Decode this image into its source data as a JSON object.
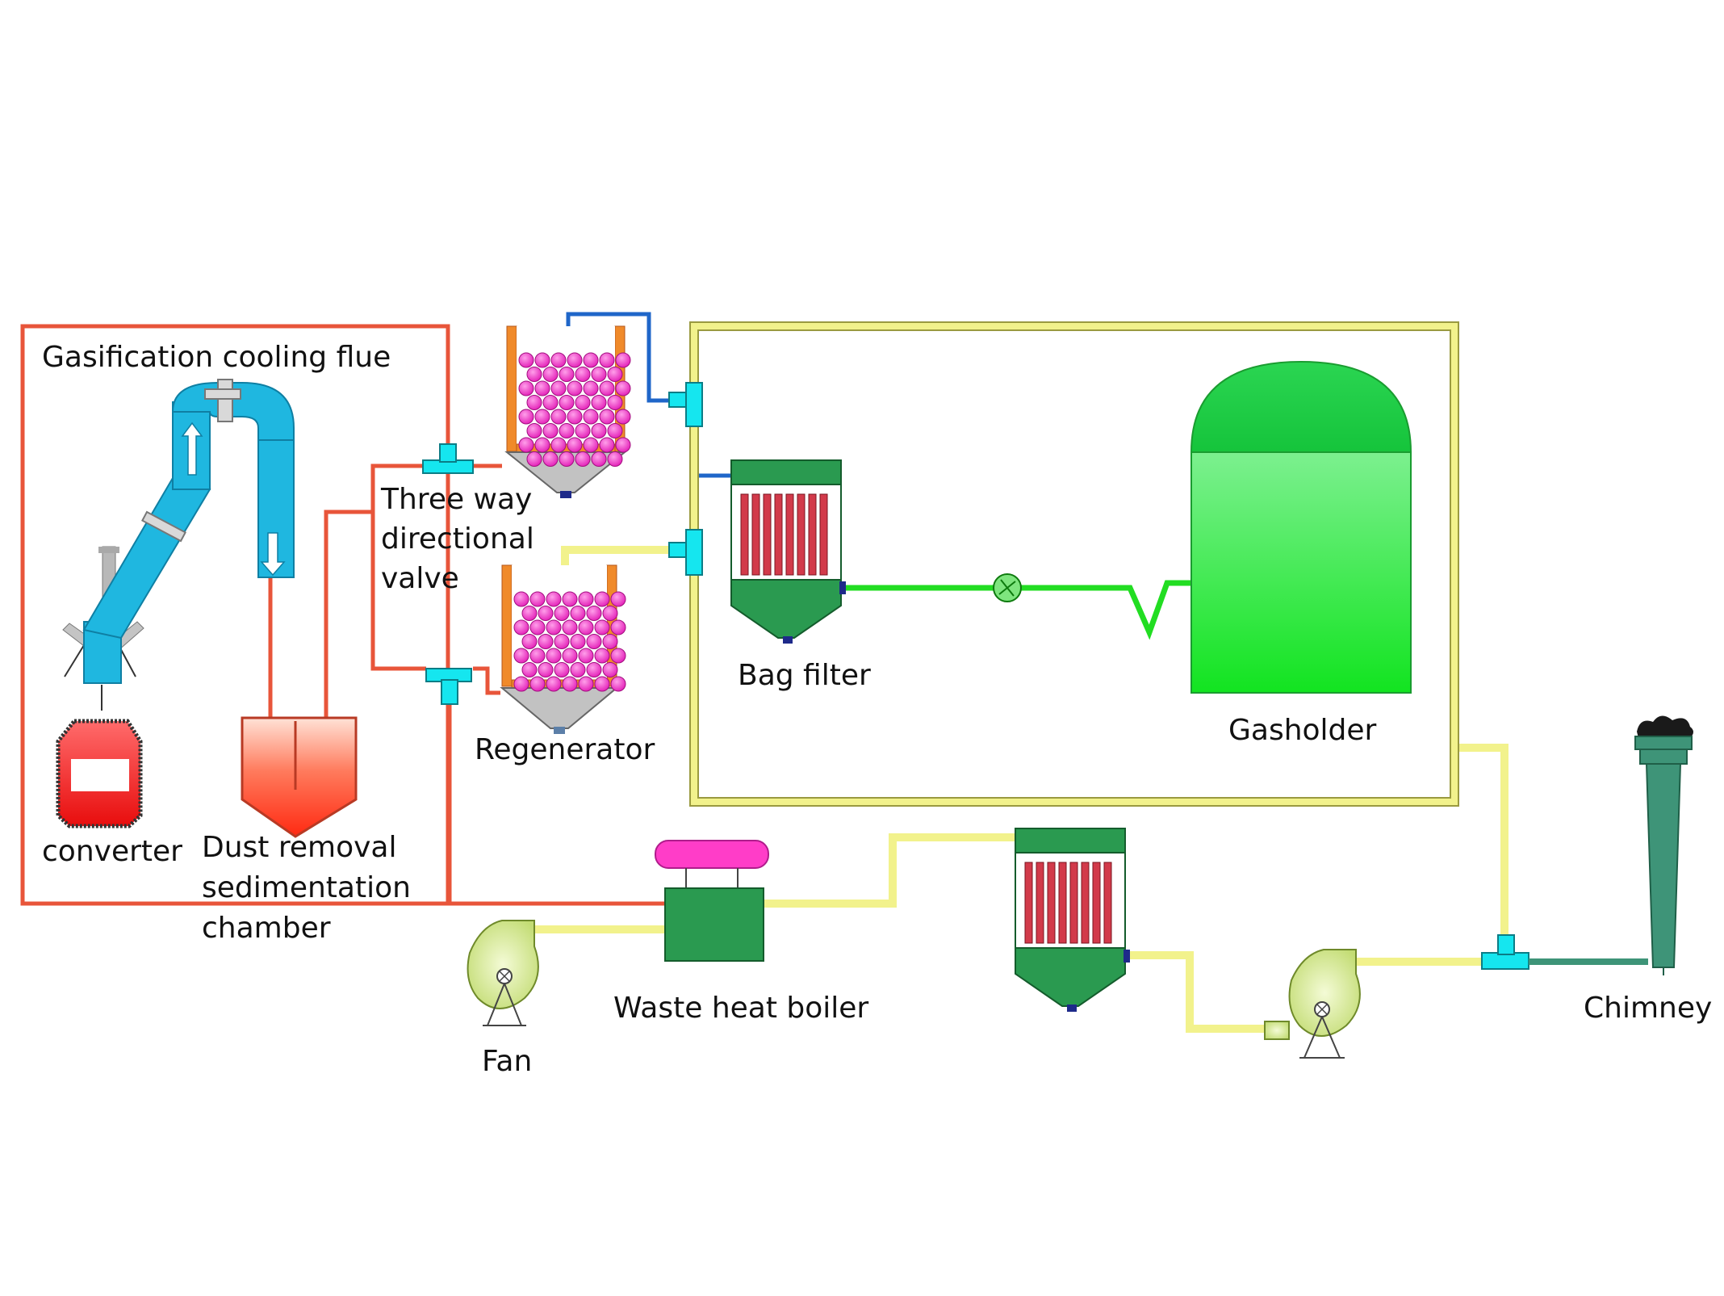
{
  "labels": {
    "gasification_cooling_flue": "Gasification cooling flue",
    "converter": "converter",
    "dust_removal_line1": "Dust removal",
    "dust_removal_line2": "sedimentation",
    "dust_removal_line3": "chamber",
    "three_way_line1": "Three way",
    "three_way_line2": "directional",
    "three_way_line3": "valve",
    "regenerator": "Regenerator",
    "bag_filter": "Bag filter",
    "gasholder": "Gasholder",
    "waste_heat_boiler": "Waste heat boiler",
    "fan": "Fan",
    "chimney": "Chimney"
  },
  "icons": [
    "flow-up-arrow-icon",
    "flow-down-arrow-icon",
    "booster-fan-icon"
  ],
  "colors": {
    "red_pipe": "#e8553a",
    "blue_pipe": "#1f66c9",
    "yellow_pipe": "#f2f28c",
    "green_pipe": "#22dd22",
    "flue": "#1fb7e0",
    "valve": "#15e6ef",
    "ball": "#ff33cc",
    "equipment_green": "#2a9a50",
    "gasholder": "#22e64a",
    "chimney": "#3e9478",
    "boiler_top": "#ff3dc8",
    "fan": "#d6ec90"
  }
}
